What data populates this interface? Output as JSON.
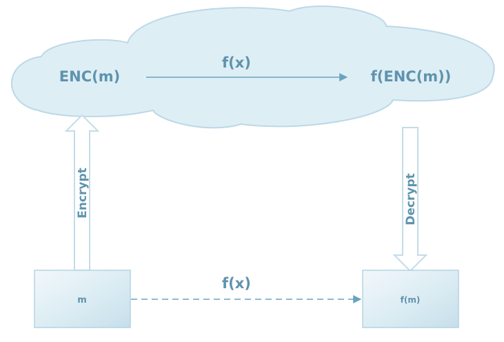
{
  "cloud": {
    "left_label": "ENC(m)",
    "right_label": "f(ENC(m))",
    "arrow_label": "f(x)"
  },
  "left_box": {
    "label": "m"
  },
  "right_box": {
    "label": "f(m)"
  },
  "bottom_arrow_label": "f(x)",
  "encrypt_label": "Encrypt",
  "decrypt_label": "Decrypt",
  "colors": {
    "cloud_fill": "#deeef5",
    "cloud_stroke": "#bcd8e6",
    "text": "#5f93ad",
    "arrow_line": "#6aa2bf",
    "box_fill_light": "#f0f7fb",
    "box_fill_dark": "#c9e1ec",
    "box_stroke": "#b4d3e2"
  }
}
